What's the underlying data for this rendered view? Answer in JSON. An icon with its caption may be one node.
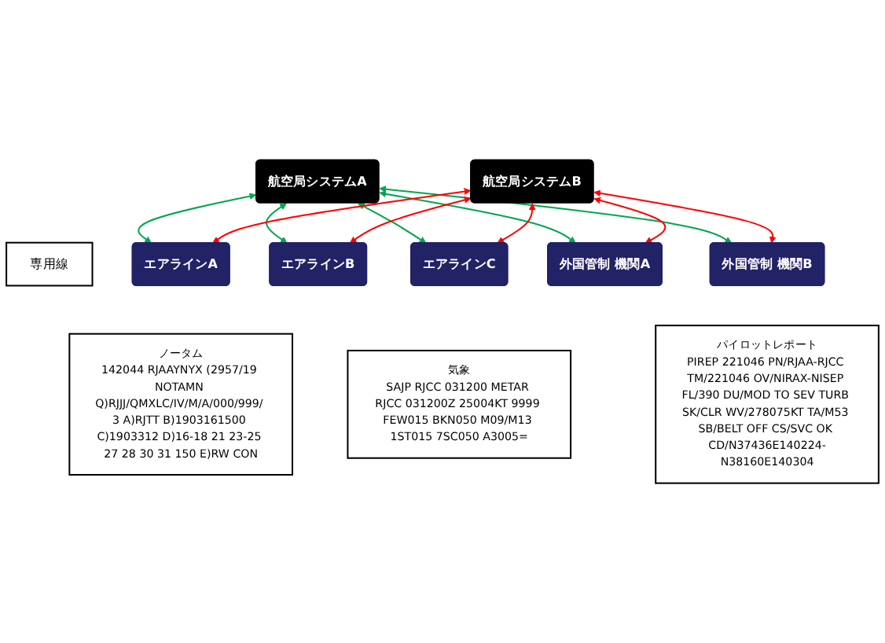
{
  "diagram": {
    "nodes": [
      {
        "text": [
          "航空局システムA"
        ]
      },
      {
        "text": [
          "航空局システムB"
        ]
      },
      {
        "text": [
          "専用線"
        ]
      },
      {
        "text": [
          "エアラインA"
        ]
      },
      {
        "text": [
          "エアラインB"
        ]
      },
      {
        "text": [
          "エアラインC"
        ]
      },
      {
        "text": [
          "外国管制 機関A"
        ]
      },
      {
        "text": [
          "外国管制 機関B"
        ]
      },
      {
        "text": [
          "ノータム",
          "142044 RJAAYNYX (2957/19 NOTAMN Q)RJJJ/QMXLC/IV/M/A/000/999/ 3 A)RJTT B)1903161500 C)1903312 D)16-18 21 23-25 27 28 30 31 150 E)RW CON"
        ]
      },
      {
        "text": [
          "気象",
          "SAJP RJCC 031200 METAR RJCC 031200Z 25004KT 9999 FEW015 BKN050 M09/M13 1ST015 7SC050 A3005="
        ]
      },
      {
        "text": [
          "パイロットレポート",
          "PIREP 221046 PN/RJAA-RJCC TM/221046 OV/NIRAX-NISEP FL/390 DU/MOD TO SEV TURB SK/CLR WV/278075KT TA/M53 SB/BELT OFF CS/SVC OK CD/N37436E140224-N38160E140304"
        ]
      }
    ],
    "edges": [
      {
        "from": 0,
        "to": 3,
        "arrow": "both",
        "color": "#00a650"
      },
      {
        "from": 0,
        "to": 4,
        "arrow": "both",
        "color": "#00a650"
      },
      {
        "from": 0,
        "to": 5,
        "arrow": "both",
        "color": "#00a650"
      },
      {
        "from": 0,
        "to": 6,
        "arrow": "both",
        "color": "#00a650"
      },
      {
        "from": 0,
        "to": 7,
        "arrow": "both",
        "color": "#00a650"
      },
      {
        "from": 1,
        "to": 3,
        "arrow": "both",
        "color": "#ff0000"
      },
      {
        "from": 1,
        "to": 4,
        "arrow": "both",
        "color": "#ff0000"
      },
      {
        "from": 1,
        "to": 5,
        "arrow": "both",
        "color": "#ff0000"
      },
      {
        "from": 1,
        "to": 6,
        "arrow": "both",
        "color": "#ff0000"
      },
      {
        "from": 1,
        "to": 7,
        "arrow": "both",
        "color": "#ff0000"
      }
    ]
  }
}
